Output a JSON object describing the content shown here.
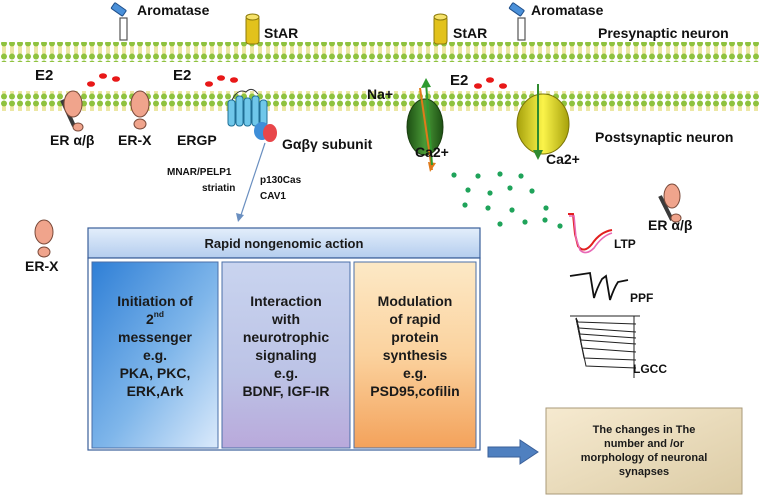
{
  "labels": {
    "aromatase_left": "Aromatase",
    "aromatase_right": "Aromatase",
    "star_left": "StAR",
    "star_right": "StAR",
    "presynaptic": "Presynaptic neuron",
    "postsynaptic": "Postsynaptic neuron",
    "e2_left": "E2",
    "e2_mid": "E2",
    "e2_right": "E2",
    "er_ab_left": "ER α/β",
    "er_x_top": "ER-X",
    "ergp": "ERGP",
    "gabg": "Gαβγ subunit",
    "na": "Na+",
    "ca_left": "Ca2+",
    "ca_right": "Ca2+",
    "mnar": "MNAR/PELP1",
    "striatin": "striatin",
    "p130": "p130Cas",
    "cav1": "CAV1",
    "er_x_left": "ER-X",
    "er_ab_right": "ER α/β",
    "ltp": "LTP",
    "ppf": "PPF",
    "lgcc": "LGCC"
  },
  "rapid_title": "Rapid nongenomic action",
  "panels": {
    "p1": {
      "l1": "Initiation of",
      "l2a": "2",
      "l2sup": "nd",
      "l3": "messenger",
      "l4": "e.g.",
      "l5": "PKA, PKC,",
      "l6": "ERK,Ark"
    },
    "p2": {
      "l1": "Interaction",
      "l2": "with",
      "l3": "neurotrophic",
      "l4": "signaling",
      "l5": "e.g.",
      "l6": "BDNF, IGF-IR"
    },
    "p3": {
      "l1": "Modulation",
      "l2": "of rapid",
      "l3": "protein",
      "l4": "synthesis",
      "l5": "e.g.",
      "l6": "PSD95,cofilin"
    }
  },
  "changes": {
    "l1": "The changes in The",
    "l2": "number and /or",
    "l3": "morphology of neuronal",
    "l4": "synapses"
  },
  "colors": {
    "membrane_green": "#8fc23f",
    "membrane_yellow": "#e7e84a",
    "channel_green": "#2f7a1f",
    "channel_yellow": "#f1ea2a",
    "e2_red": "#e81818",
    "ca_dots": "#1fa35a",
    "arrow_blue": "#3f6fb0"
  }
}
